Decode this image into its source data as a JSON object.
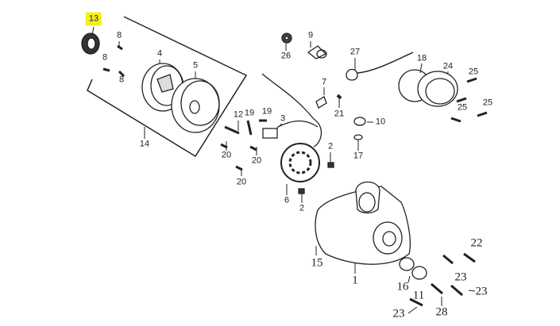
{
  "diagram": {
    "highlighted_part": "13",
    "highlight_color": "#f5f01a",
    "callouts": [
      "13",
      "8",
      "8",
      "8",
      "4",
      "5",
      "14",
      "26",
      "9",
      "27",
      "18",
      "24",
      "25",
      "25",
      "25",
      "7",
      "21",
      "10",
      "17",
      "12",
      "19",
      "19",
      "3",
      "20",
      "20",
      "20",
      "2",
      "6",
      "2",
      "15",
      "1",
      "16",
      "11",
      "28",
      "23",
      "23",
      "23",
      "22"
    ]
  }
}
